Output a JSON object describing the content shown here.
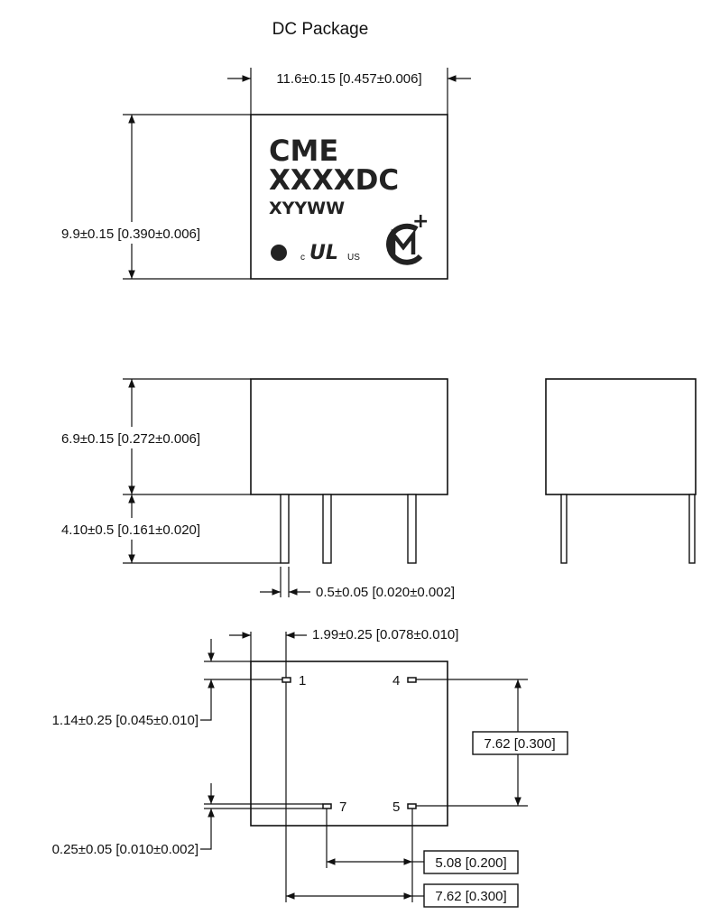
{
  "title": "DC Package",
  "top_view": {
    "width_dim": "11.6±0.15 [0.457±0.006]",
    "height_dim": "9.9±0.15 [0.390±0.006]",
    "marking": {
      "brand": "CME",
      "part": "XXXXDC",
      "date_code": "XYYWW",
      "ul_c": "c",
      "ul_mark": "UL",
      "ul_us": "US",
      "logo_letters": "CM",
      "logo_plus": "+"
    }
  },
  "side_view": {
    "body_height_dim": "6.9±0.15 [0.272±0.006]",
    "pin_length_dim": "4.10±0.5 [0.161±0.020]",
    "pin_width_dim": "0.5±0.05 [0.020±0.002]"
  },
  "bottom_view": {
    "pin_offset_x_dim": "1.99±0.25 [0.078±0.010]",
    "pin_offset_y_dim": "1.14±0.25 [0.045±0.010]",
    "pin_thickness_dim": "0.25±0.05 [0.010±0.002]",
    "pin_row_spacing_dim": "7.62 [0.300]",
    "pin_spacing_5_7_dim": "5.08 [0.200]",
    "pin_spacing_1_5_dim": "7.62 [0.300]",
    "pins": [
      {
        "label": "1"
      },
      {
        "label": "4"
      },
      {
        "label": "7"
      },
      {
        "label": "5"
      }
    ]
  },
  "colors": {
    "line": "#111111",
    "background": "#ffffff"
  }
}
